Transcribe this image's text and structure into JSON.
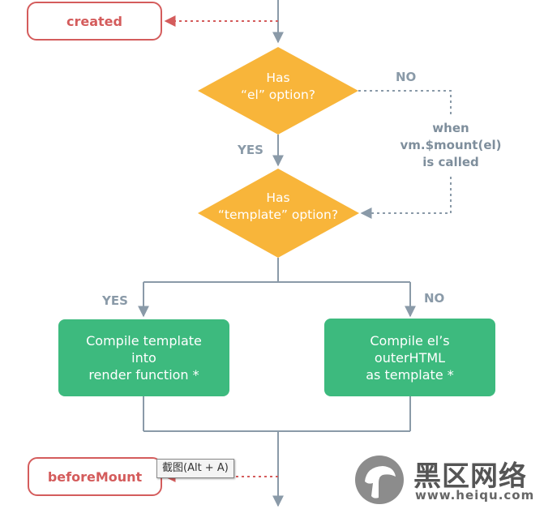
{
  "nodes": {
    "created": "created",
    "has_el_line1": "Has",
    "has_el_line2": "“el” option?",
    "has_template_line1": "Has",
    "has_template_line2": "“template” option?",
    "compile_template_lines": [
      "Compile template",
      "into",
      "render function *"
    ],
    "compile_el_lines": [
      "Compile el’s",
      "outerHTML",
      "as template *"
    ],
    "before_mount": "beforeMount"
  },
  "labels": {
    "no_el": "NO",
    "yes_el": "YES",
    "yes_template": "YES",
    "no_template": "NO",
    "when_called": [
      "when",
      "vm.$mount(el)",
      "is called"
    ]
  },
  "tooltip": "截图(Alt + A)",
  "watermark": {
    "chinese": "黑区网络",
    "url": "www.heiqu.com"
  },
  "colors": {
    "hook": "#d45c5c",
    "decision": "#f8b53a",
    "action": "#3dba7e",
    "connector": "#8a9aa8"
  }
}
